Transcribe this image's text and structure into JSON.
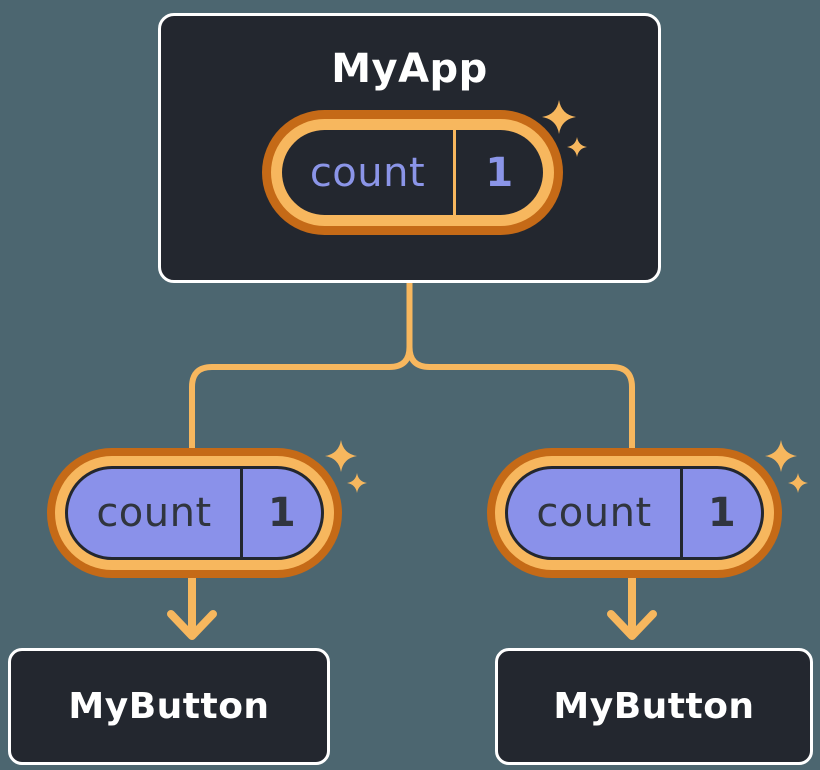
{
  "colors": {
    "background": "#4C6670",
    "node_fill": "#23272F",
    "node_border": "#FFFFFF",
    "node_text": "#FFFFFF",
    "accent_dark_orange": "#C56A17",
    "accent_light_orange": "#F7B75E",
    "state_purple": "#8A91EA",
    "state_text_light": "#8B95E8",
    "state_text_dark": "#30353E",
    "divider_dark": "#23272F"
  },
  "tree": {
    "parent": {
      "title": "MyApp",
      "state": {
        "name": "count",
        "value": "1"
      }
    },
    "children": [
      {
        "title": "MyButton",
        "state": {
          "name": "count",
          "value": "1"
        }
      },
      {
        "title": "MyButton",
        "state": {
          "name": "count",
          "value": "1"
        }
      }
    ]
  }
}
